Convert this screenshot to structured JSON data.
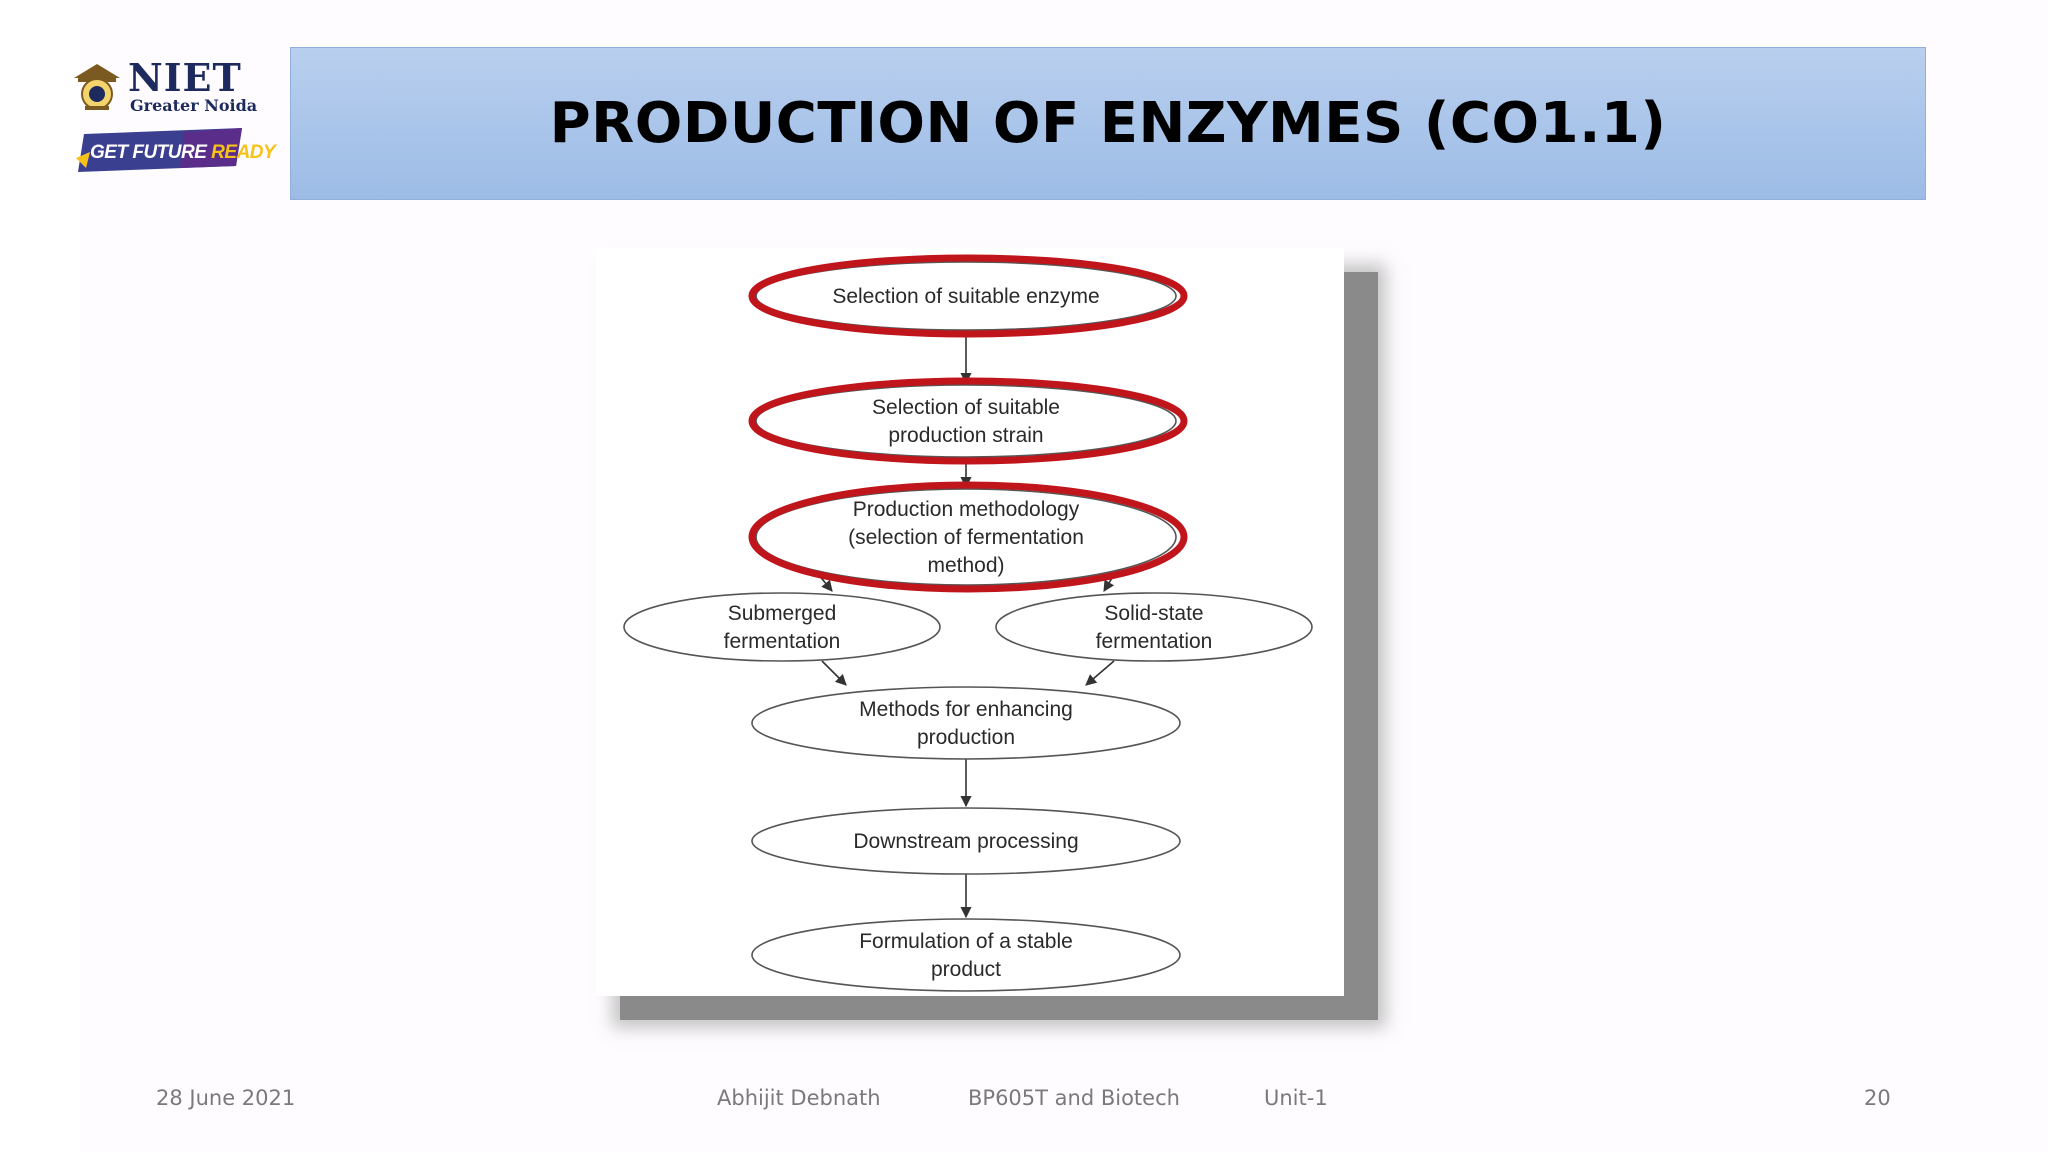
{
  "logo": {
    "name": "NIET",
    "subtitle": "Greater Noida",
    "badge_part1": "GET FUTURE ",
    "badge_part2": "READY"
  },
  "title": "PRODUCTION OF ENZYMES (CO1.1)",
  "flowchart": {
    "nodes": [
      {
        "id": "selection-enzyme",
        "lines": [
          "Selection of suitable enzyme"
        ],
        "highlighted": true
      },
      {
        "id": "selection-strain",
        "lines": [
          "Selection of suitable",
          "production strain"
        ],
        "highlighted": true
      },
      {
        "id": "production-methodology",
        "lines": [
          "Production methodology",
          "(selection of fermentation",
          "method)"
        ],
        "highlighted": true
      },
      {
        "id": "submerged-fermentation",
        "lines": [
          "Submerged",
          "fermentation"
        ],
        "highlighted": false
      },
      {
        "id": "solid-state-fermentation",
        "lines": [
          "Solid-state",
          "fermentation"
        ],
        "highlighted": false
      },
      {
        "id": "enhancing-production",
        "lines": [
          "Methods for enhancing",
          "production"
        ],
        "highlighted": false
      },
      {
        "id": "downstream-processing",
        "lines": [
          "Downstream processing"
        ],
        "highlighted": false
      },
      {
        "id": "formulation",
        "lines": [
          "Formulation of a stable",
          "product"
        ],
        "highlighted": false
      }
    ],
    "edges": [
      [
        "selection-enzyme",
        "selection-strain"
      ],
      [
        "selection-strain",
        "production-methodology"
      ],
      [
        "production-methodology",
        "submerged-fermentation"
      ],
      [
        "production-methodology",
        "solid-state-fermentation"
      ],
      [
        "submerged-fermentation",
        "enhancing-production"
      ],
      [
        "solid-state-fermentation",
        "enhancing-production"
      ],
      [
        "enhancing-production",
        "downstream-processing"
      ],
      [
        "downstream-processing",
        "formulation"
      ]
    ],
    "highlight_color": "#c0151b"
  },
  "footer": {
    "date": "28 June 2021",
    "author": "Abhijit Debnath",
    "course": "BP605T and Biotech",
    "unit": "Unit-1",
    "page": "20"
  }
}
